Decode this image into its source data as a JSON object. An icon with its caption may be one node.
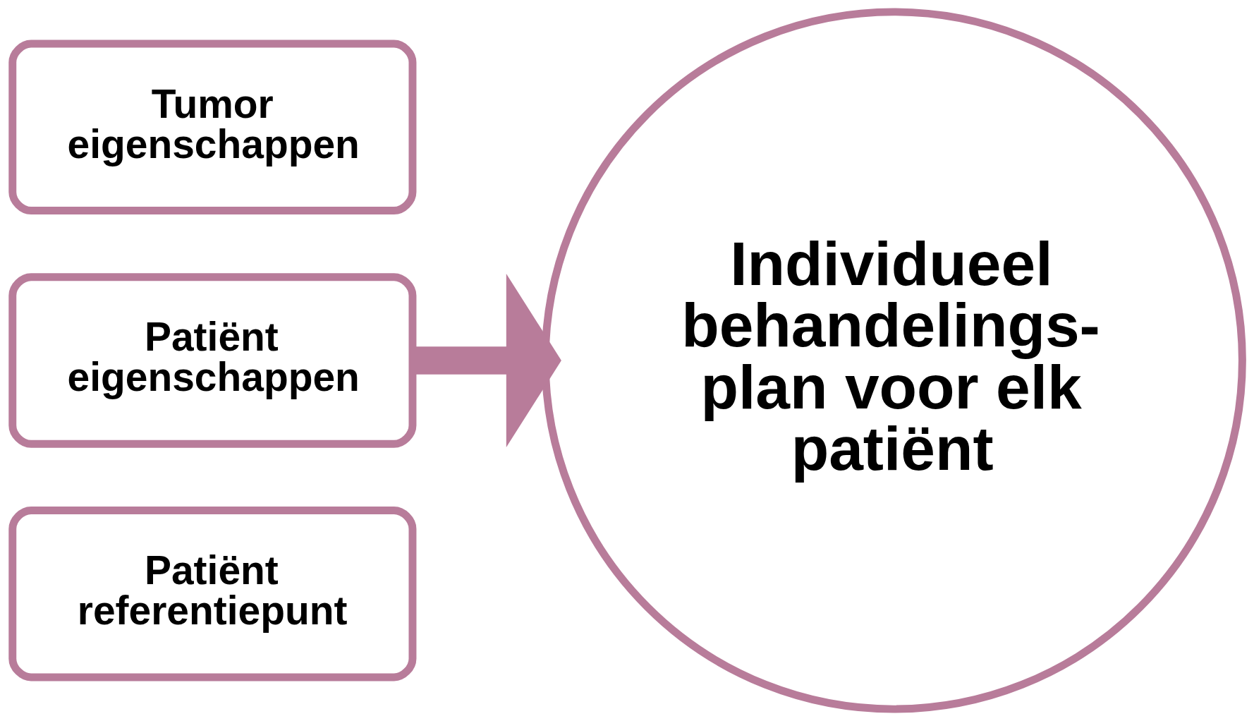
{
  "diagram": {
    "nodes": [
      {
        "text": [
          "Tumor eigenschappen"
        ]
      },
      {
        "text": [
          "Patiënt eigenschappen"
        ]
      },
      {
        "text": [
          "Patiënt referentiepunt"
        ]
      },
      {
        "text": [
          "Individueel behandelings- plan voor elk patiënt"
        ]
      }
    ],
    "edges": [
      {
        "from": 1,
        "to": 3,
        "arrow": "to"
      }
    ]
  }
}
